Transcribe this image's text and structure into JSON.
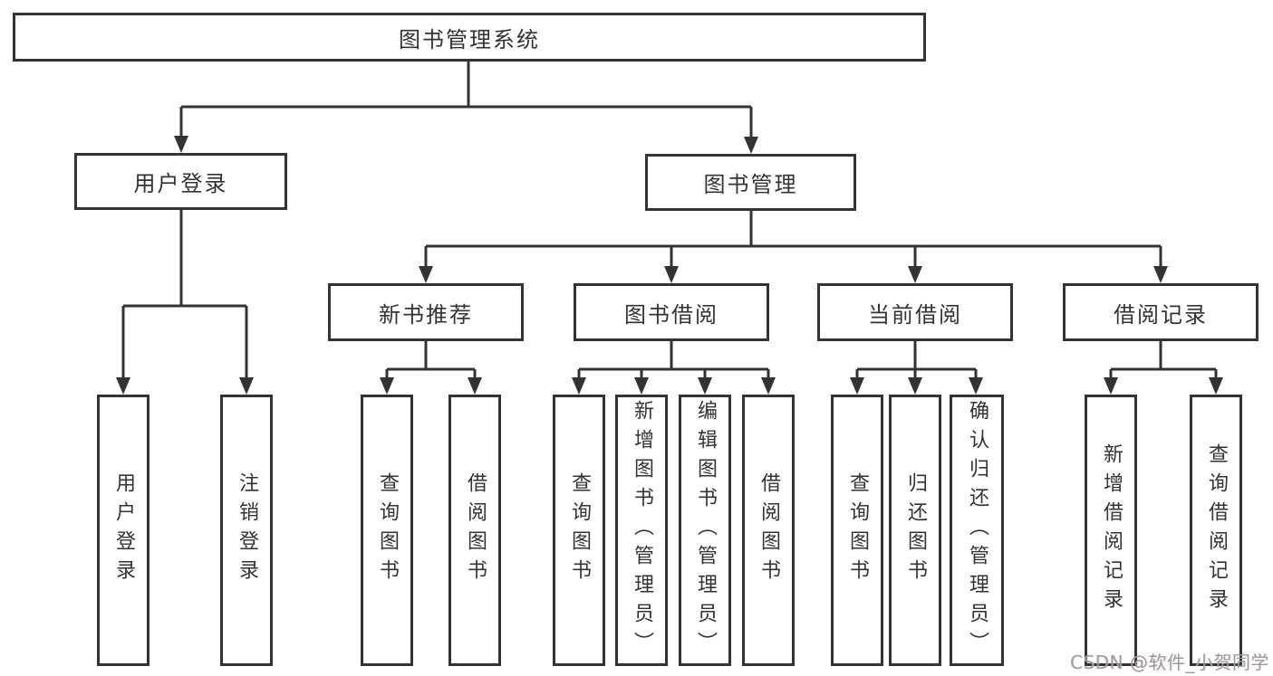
{
  "colors": {
    "line": "#333333",
    "text": "#333333",
    "background": "#ffffff",
    "watermark": "#9c9c9c"
  },
  "diagram": {
    "root": {
      "label": "图书管理系统"
    },
    "level1": [
      {
        "label": "用户登录"
      },
      {
        "label": "图书管理"
      }
    ],
    "user_login_children": [
      "用户登录",
      "注销登录"
    ],
    "groups": [
      {
        "label": "新书推荐",
        "children": [
          "查询图书",
          "借阅图书"
        ]
      },
      {
        "label": "图书借阅",
        "children": [
          "查询图书",
          "新增图书（管理员）",
          "编辑图书（管理员）",
          "借阅图书"
        ]
      },
      {
        "label": "当前借阅",
        "children": [
          "查询图书",
          "归还图书",
          "确认归还（管理员）"
        ]
      },
      {
        "label": "借阅记录",
        "children": [
          "新增借阅记录",
          "查询借阅记录"
        ]
      }
    ]
  },
  "watermark": {
    "text": "CSDN @软件_小贺同学"
  }
}
